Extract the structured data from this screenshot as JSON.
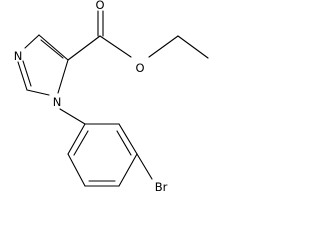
{
  "molecule": {
    "atoms": {
      "carbonyl_oxygen": "O",
      "ester_oxygen": "O",
      "imidazole_n3": "N",
      "imidazole_n1": "N",
      "bromine": "Br"
    }
  },
  "colors": {
    "bond": "#000000",
    "label": "#000000",
    "background": "#ffffff"
  }
}
